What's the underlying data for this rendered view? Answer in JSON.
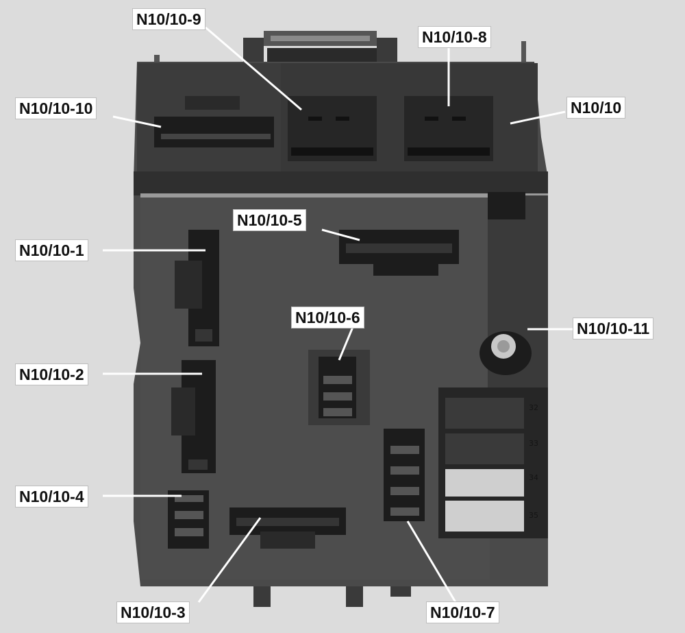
{
  "callouts": {
    "n10_10_9": "N10/10-9",
    "n10_10_8": "N10/10-8",
    "n10_10_10": "N10/10-10",
    "n10_10": "N10/10",
    "n10_10_5": "N10/10-5",
    "n10_10_1": "N10/10-1",
    "n10_10_6": "N10/10-6",
    "n10_10_11": "N10/10-11",
    "n10_10_2": "N10/10-2",
    "n10_10_4": "N10/10-4",
    "n10_10_3": "N10/10-3",
    "n10_10_7": "N10/10-7"
  },
  "molded_marks": {
    "fuse_numbers": [
      "32",
      "33",
      "34",
      "35"
    ]
  },
  "colors": {
    "housing": "#4a4a4a",
    "housing_dark": "#2f2f2f",
    "socket": "#1c1c1c",
    "relay_light": "#cfcfcf",
    "leader_line": "#ffffff",
    "background": "#dcdcdc"
  }
}
